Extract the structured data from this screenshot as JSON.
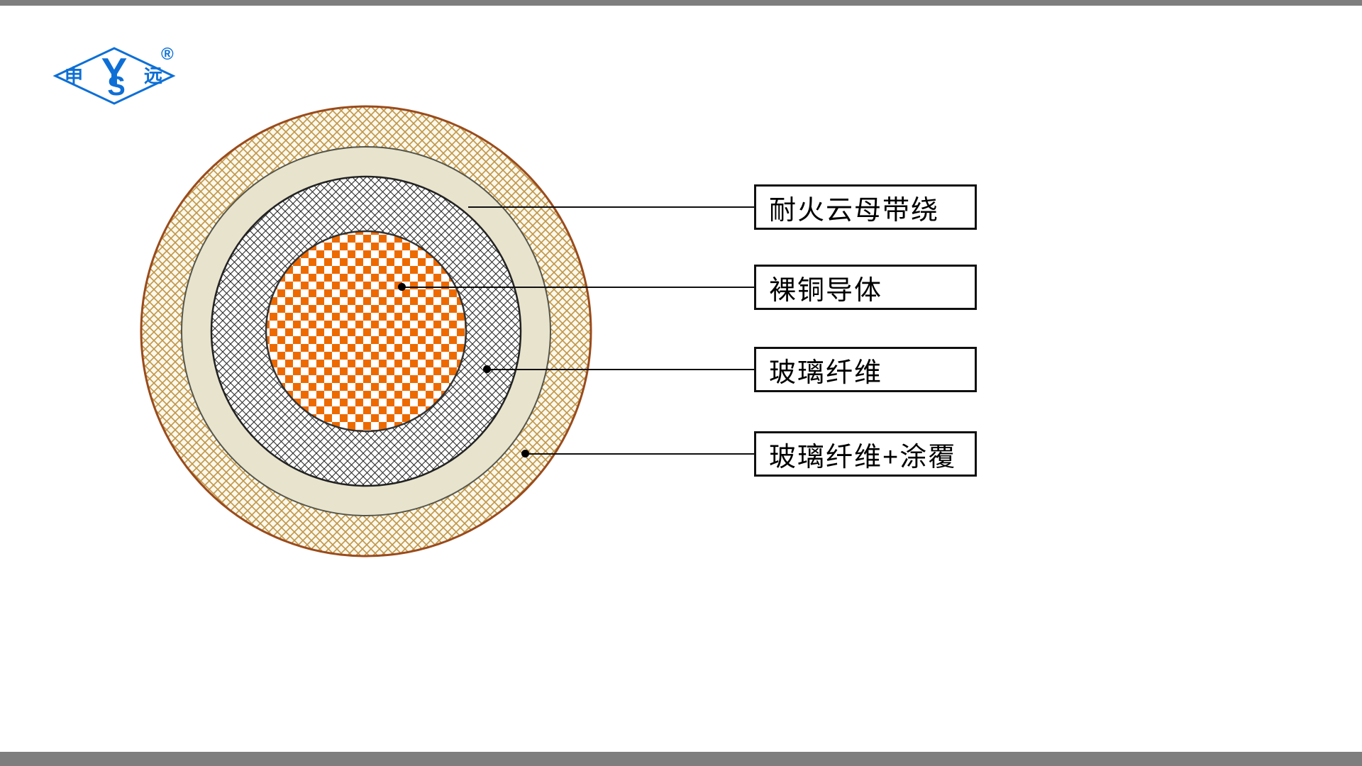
{
  "page": {
    "background": "#ffffff",
    "top_bar_color": "#7e7e7e",
    "bottom_bar_color": "#7e7e7e"
  },
  "logo": {
    "left_char": "申",
    "right_char": "远",
    "letter_y": "Y",
    "letter_s": "S",
    "registered": "®",
    "color": "#0d6fd6"
  },
  "diagram": {
    "layers": [
      {
        "id": "mica-tape",
        "label": "耐火云母带绕"
      },
      {
        "id": "copper-conductor",
        "label": "裸铜导体"
      },
      {
        "id": "glass-fiber",
        "label": "玻璃纤维"
      },
      {
        "id": "glass-fiber-coating",
        "label": "玻璃纤维+涂覆"
      }
    ],
    "colors": {
      "copper_orange": "#ed6a00",
      "mica_cream": "#e7e3cd",
      "glass_fiber_hatch": "#2a2a2a",
      "outer_hatch_tan": "#c09547",
      "outer_hatch_bg": "#fbf8ec",
      "outer_border_brown": "#9a4b1c"
    }
  }
}
